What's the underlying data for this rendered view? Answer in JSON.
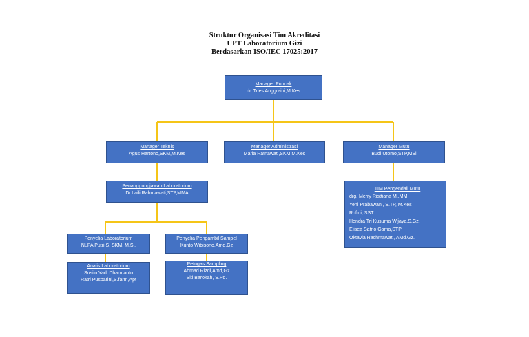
{
  "title": {
    "line1": "Struktur Organisasi Tim Akreditasi",
    "line2": "UPT Laboratorium Gizi",
    "line3": "Berdasarkan ISO/IEC 17025:2017"
  },
  "colors": {
    "box_fill": "#4472c4",
    "box_border": "#2f528f",
    "connector": "#f5c518",
    "text": "#ffffff"
  },
  "nodes": {
    "manager_puncak": {
      "title": "Manager Puncak",
      "members": [
        "dr. Tries Anggraini,M.Kes"
      ]
    },
    "manager_teknis": {
      "title": "Manager Teknis",
      "members": [
        "Agus Hartono,SKM,M.Kes"
      ]
    },
    "manager_administrasi": {
      "title": "Manager Administrasi",
      "members": [
        "Maria Ratnawati,SKM,M.Kes"
      ]
    },
    "manager_mutu": {
      "title": "Manager Mutu",
      "members": [
        "Budi Utomo,STP,MSi"
      ]
    },
    "penanggungjawab_lab": {
      "title": "Penanggungjawab Laboratorium",
      "members": [
        "Dr.Laili Rahmawati,STP,MMA"
      ]
    },
    "tim_pengendali_mutu": {
      "title": "TIM Pengendali Mutu",
      "members": [
        "drg. Merry Risttiana M.,MM",
        "Yeni Prabawani, S.TP, M.Kes",
        "Rofiqi, SST.",
        "Hendra Tri Kusuma Wijaya,S.Gz.",
        "Elisea Satrio Gama,STP",
        "Oktavia Rachmawati, AMd.Gz."
      ]
    },
    "penyelia_lab": {
      "title": "Penyelia Laboratorium",
      "members": [
        "NLPA Putri S, SKM, M.Si."
      ]
    },
    "penyelia_sampel": {
      "title": "Penyelia Pengambil Sampel",
      "members": [
        "Kunto Wibisono,Amd,Gz"
      ]
    },
    "analis_lab": {
      "title": "Analis Laboratorium",
      "members": [
        "Susilo Yadi Dharmanto",
        "Ratri Pusparini,S.farm,Apt"
      ]
    },
    "petugas_sampling": {
      "title": "Petugas Sampling",
      "members": [
        "Ahmad Rizdi,Amd,Gz",
        "Siti Barokah, S.Pd."
      ]
    }
  }
}
